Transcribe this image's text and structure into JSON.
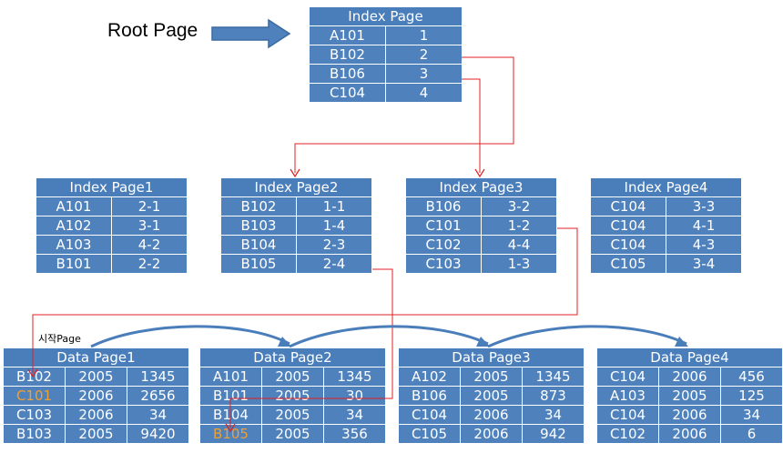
{
  "root_label": "Root Page",
  "start_label": "시작Page",
  "root": {
    "title": "Index Page",
    "rows": [
      [
        "A101",
        "1"
      ],
      [
        "B102",
        "2"
      ],
      [
        "B106",
        "3"
      ],
      [
        "C104",
        "4"
      ]
    ]
  },
  "index_pages": [
    {
      "title": "Index Page1",
      "rows": [
        [
          "A101",
          "2-1"
        ],
        [
          "A102",
          "3-1"
        ],
        [
          "A103",
          "4-2"
        ],
        [
          "B101",
          "2-2"
        ]
      ]
    },
    {
      "title": "Index Page2",
      "rows": [
        [
          "B102",
          "1-1"
        ],
        [
          "B103",
          "1-4"
        ],
        [
          "B104",
          "2-3"
        ],
        [
          "B105",
          "2-4"
        ]
      ]
    },
    {
      "title": "Index Page3",
      "rows": [
        [
          "B106",
          "3-2"
        ],
        [
          "C101",
          "1-2"
        ],
        [
          "C102",
          "4-4"
        ],
        [
          "C103",
          "1-3"
        ]
      ]
    },
    {
      "title": "Index Page4",
      "rows": [
        [
          "C104",
          "3-3"
        ],
        [
          "C104",
          "4-1"
        ],
        [
          "C104",
          "4-3"
        ],
        [
          "C105",
          "3-4"
        ]
      ]
    }
  ],
  "data_pages": [
    {
      "title": "Data Page1",
      "rows": [
        [
          "B102",
          "2005",
          "1345"
        ],
        [
          "C101",
          "2006",
          "2656"
        ],
        [
          "C103",
          "2006",
          "34"
        ],
        [
          "B103",
          "2005",
          "9420"
        ]
      ]
    },
    {
      "title": "Data Page2",
      "rows": [
        [
          "A101",
          "2005",
          "1345"
        ],
        [
          "B101",
          "2005",
          "30"
        ],
        [
          "B104",
          "2005",
          "34"
        ],
        [
          "B105",
          "2005",
          "356"
        ]
      ]
    },
    {
      "title": "Data Page3",
      "rows": [
        [
          "A102",
          "2005",
          "1345"
        ],
        [
          "B106",
          "2005",
          "873"
        ],
        [
          "C104",
          "2006",
          "34"
        ],
        [
          "C105",
          "2006",
          "942"
        ]
      ]
    },
    {
      "title": "Data Page4",
      "rows": [
        [
          "C104",
          "2006",
          "456"
        ],
        [
          "A103",
          "2005",
          "125"
        ],
        [
          "C104",
          "2006",
          "34"
        ],
        [
          "C102",
          "2006",
          "6"
        ]
      ]
    }
  ],
  "colors": {
    "table_fill": "#4f81bd",
    "highlight_text": "#f0a030",
    "link_line": "#e02020",
    "chain_arrow": "#4a7ebb"
  }
}
